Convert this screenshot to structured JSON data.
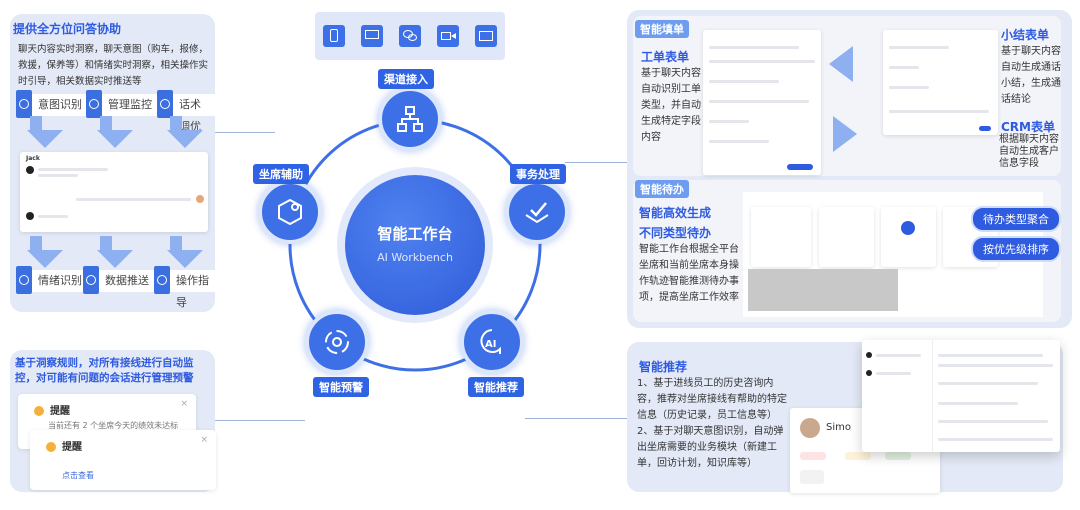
{
  "center": {
    "title": "智能工作台",
    "subtitle": "AI Workbench"
  },
  "nodes": {
    "channel": "渠道接入",
    "transaction": "事务处理",
    "recommend": "智能推荐",
    "warning": "智能预警",
    "assist": "坐席辅助"
  },
  "channel_icons": [
    "phone-icon",
    "monitor-icon",
    "wechat-icon",
    "video-icon",
    "mail-icon"
  ],
  "assist_panel": {
    "title": "提供全方位问答协助",
    "desc": "聊天内容实时洞察，聊天意图（购车，报修，救援，保养等）和情绪实时洞察，相关操作实时引导，相关数据实时推送等",
    "top_chips": [
      "意图识别",
      "管理监控",
      "话术调优"
    ],
    "bottom_chips": [
      "情绪识别",
      "数据推送",
      "操作指导"
    ],
    "chat_name": "Jack"
  },
  "warning_panel": {
    "title": "基于洞察规则，对所有接线进行自动监控，对可能有问题的会话进行管理预警",
    "alerts": [
      {
        "title": "提醒",
        "body": "当前还有 2 个坐席今天的绩效未达标"
      },
      {
        "title": "提醒",
        "link": "点击查看"
      }
    ]
  },
  "form_panel": {
    "tag": "智能填单",
    "left_title": "工单表单",
    "left_desc": "基于聊天内容自动识别工单类型，并自动生成特定字段内容",
    "right_title1": "小结表单",
    "right_desc1": "基于聊天内容自动生成通话小结，生成通话结论",
    "right_title2": "CRM表单",
    "right_desc2": "根据聊天内容自动生成客户信息字段"
  },
  "todo_panel": {
    "tag": "智能待办",
    "title1": "智能高效生成",
    "title2": "不同类型待办",
    "desc": "智能工作台根据全平台坐席和当前坐席本身操作轨迹智能推测待办事项，提高坐席工作效率",
    "pills": [
      "待办类型聚合",
      "按优先级排序"
    ]
  },
  "recommend_panel": {
    "title": "智能推荐",
    "items": [
      "1、基于进线员工的历史咨询内容，推荐对坐席接线有帮助的特定信息（历史记录，员工信息等）",
      "2、基于对聊天意图识别，自动弹出坐席需要的业务模块（新建工单，回访计划，知识库等）"
    ],
    "profile_name": "Simo"
  },
  "colors": {
    "accent": "#2f5be0",
    "panel": "#e3e9f6",
    "arrow": "#8fb0f0"
  }
}
